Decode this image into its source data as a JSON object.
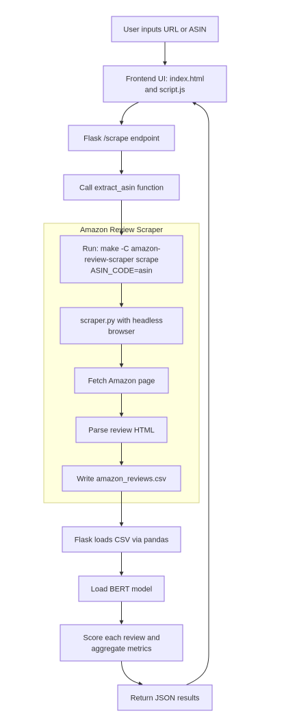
{
  "cluster": {
    "label": "Amazon Review Scraper"
  },
  "nodes": [
    {
      "id": "user-input",
      "lines": [
        "User inputs URL or ASIN"
      ]
    },
    {
      "id": "frontend-ui",
      "lines": [
        "Frontend UI: index.html",
        "and script.js"
      ]
    },
    {
      "id": "flask-endpoint",
      "lines": [
        "Flask /scrape endpoint"
      ]
    },
    {
      "id": "extract-asin",
      "lines": [
        "Call extract_asin function"
      ]
    },
    {
      "id": "run-make",
      "lines": [
        "Run: make -C amazon-",
        "review-scraper scrape",
        "ASIN_CODE=asin"
      ]
    },
    {
      "id": "scraper-py",
      "lines": [
        "scraper.py with headless",
        "browser"
      ]
    },
    {
      "id": "fetch-page",
      "lines": [
        "Fetch Amazon page"
      ]
    },
    {
      "id": "parse-html",
      "lines": [
        "Parse review HTML"
      ]
    },
    {
      "id": "write-csv",
      "lines": [
        "Write amazon_reviews.csv"
      ]
    },
    {
      "id": "flask-csv",
      "lines": [
        "Flask loads CSV via pandas"
      ]
    },
    {
      "id": "load-bert",
      "lines": [
        "Load BERT model"
      ]
    },
    {
      "id": "score-review",
      "lines": [
        "Score each review and",
        "aggregate metrics"
      ]
    },
    {
      "id": "return-json",
      "lines": [
        "Return JSON results"
      ]
    }
  ],
  "edges": [
    [
      "user-input",
      "frontend-ui"
    ],
    [
      "frontend-ui",
      "flask-endpoint"
    ],
    [
      "flask-endpoint",
      "extract-asin"
    ],
    [
      "extract-asin",
      "run-make"
    ],
    [
      "run-make",
      "scraper-py"
    ],
    [
      "scraper-py",
      "fetch-page"
    ],
    [
      "fetch-page",
      "parse-html"
    ],
    [
      "parse-html",
      "write-csv"
    ],
    [
      "write-csv",
      "flask-csv"
    ],
    [
      "flask-csv",
      "load-bert"
    ],
    [
      "load-bert",
      "score-review"
    ],
    [
      "score-review",
      "return-json"
    ],
    [
      "return-json",
      "frontend-ui"
    ]
  ]
}
